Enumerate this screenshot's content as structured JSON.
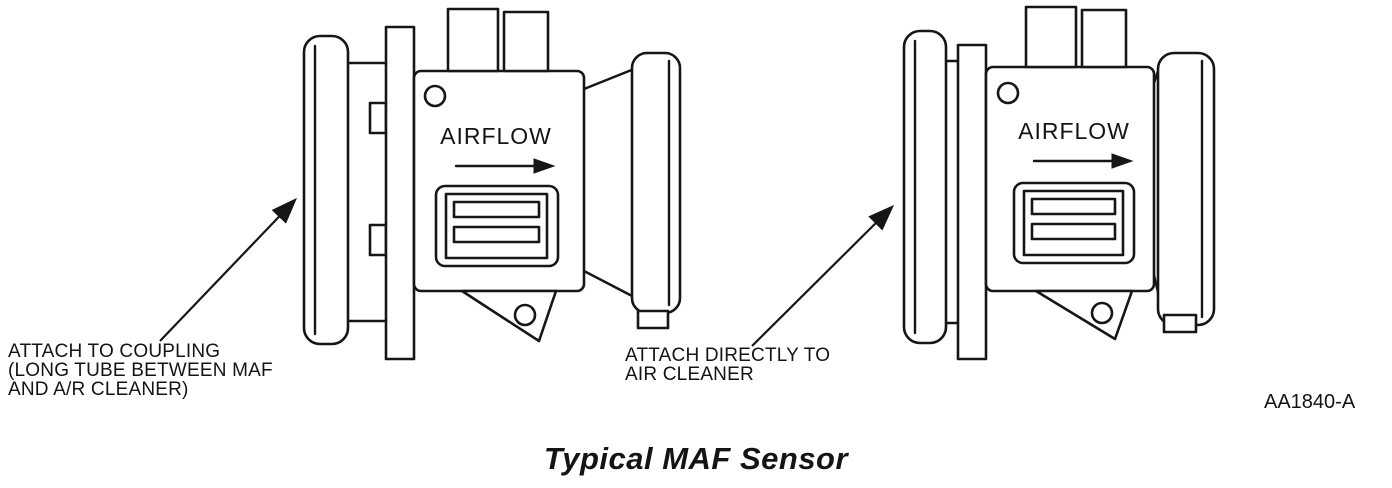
{
  "figure": {
    "caption": "Typical MAF Sensor",
    "reference_code": "AA1840-A",
    "left_sensor": {
      "airflow_label": "AIRFLOW",
      "callout_lines": [
        "ATTACH TO COUPLING",
        "(LONG TUBE BETWEEN MAF",
        "AND A/R CLEANER)"
      ]
    },
    "right_sensor": {
      "airflow_label": "AIRFLOW",
      "callout_lines": [
        "ATTACH DIRECTLY TO",
        "AIR CLEANER"
      ]
    },
    "colors": {
      "line": "#161616",
      "background": "#ffffff"
    }
  }
}
